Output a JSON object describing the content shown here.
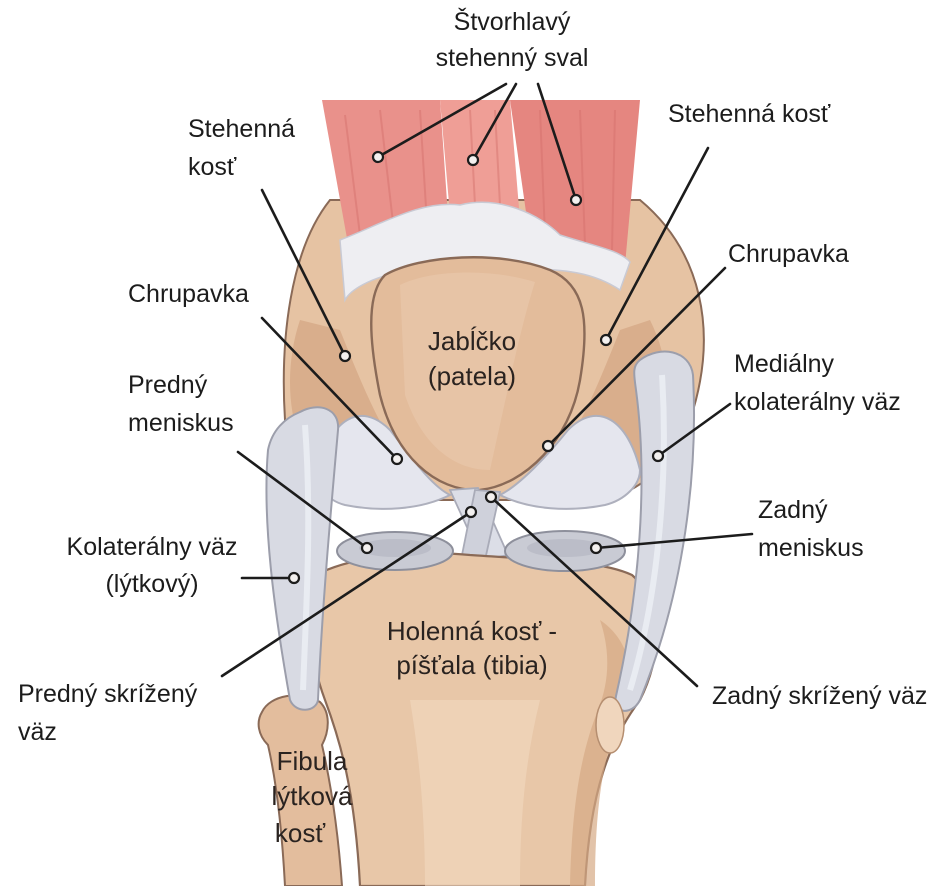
{
  "colors": {
    "muscle": "#e58a84",
    "muscle_dark": "#c9625e",
    "bone": "#e8c7a8",
    "bone_dark": "#cfa482",
    "cartilage": "#e6e7ee",
    "ligament": "#d5d7e0",
    "meniscus": "#c9cbd4"
  },
  "labels": {
    "quadriceps": [
      "Štvorhlavý",
      "stehenný sval"
    ],
    "femur_left": [
      "Stehenná",
      "kosť"
    ],
    "femur_right": [
      "Stehenná kosť"
    ],
    "cartilage_left": [
      "Chrupavka"
    ],
    "cartilage_right": [
      "Chrupavka"
    ],
    "anterior_meniscus": [
      "Predný",
      "meniskus"
    ],
    "medial_collateral": [
      "Mediálny",
      "kolaterálny väz"
    ],
    "posterior_meniscus": [
      "Zadný",
      "meniskus"
    ],
    "lateral_collateral": [
      "Kolaterálny väz",
      "(lýtkový)"
    ],
    "anterior_cruciate": [
      "Predný skrížený",
      "väz"
    ],
    "posterior_cruciate": [
      "Zadný skrížený väz"
    ]
  },
  "inner_labels": {
    "patella": [
      "Jabĺčko",
      "(patela)"
    ],
    "tibia": [
      "Holenná kosť -",
      "píšťala (tibia)"
    ],
    "fibula": [
      "Fibula",
      "lýtková",
      "kosť"
    ]
  }
}
